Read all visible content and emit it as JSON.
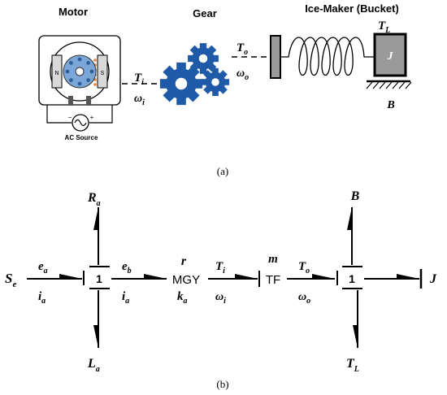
{
  "panel_a": {
    "labels": {
      "motor": "Motor",
      "gear": "Gear",
      "ice_maker": "Ice-Maker (Bucket)",
      "ac_source": "AC Source",
      "motor_n": "N",
      "motor_s": "S",
      "minus": "−",
      "plus": "+"
    },
    "symbols": {
      "T_i": {
        "base": "T",
        "sub": "i"
      },
      "omega_i": {
        "base": "ω",
        "sub": "i"
      },
      "T_o": {
        "base": "T",
        "sub": "o"
      },
      "omega_o": {
        "base": "ω",
        "sub": "o"
      },
      "T_L": {
        "base": "T",
        "sub": "L"
      },
      "J": "J",
      "B": "B"
    },
    "caption": "(a)"
  },
  "panel_b": {
    "source": {
      "base": "S",
      "sub": "e"
    },
    "junction_1_label": "1",
    "junction_2_label": "1",
    "e_a": {
      "base": "e",
      "sub": "a"
    },
    "i_a": {
      "base": "i",
      "sub": "a"
    },
    "R_a": {
      "base": "R",
      "sub": "a"
    },
    "L_a": {
      "base": "L",
      "sub": "a"
    },
    "e_b": {
      "base": "e",
      "sub": "b"
    },
    "i_a_2": {
      "base": "i",
      "sub": "a"
    },
    "mgy": "MGY",
    "r": "r",
    "k_a": {
      "base": "k",
      "sub": "a"
    },
    "T_i": {
      "base": "T",
      "sub": "i"
    },
    "omega_i": {
      "base": "ω",
      "sub": "i"
    },
    "tf": "TF",
    "m": "m",
    "T_o": {
      "base": "T",
      "sub": "o"
    },
    "omega_o": {
      "base": "ω",
      "sub": "o"
    },
    "B": "B",
    "T_L": {
      "base": "T",
      "sub": "L"
    },
    "J": "J",
    "caption": "(b)"
  },
  "colors": {
    "gear_blue": "#1f5aa8",
    "rotor_blue": "#7aa7d8",
    "magnet_orange": "#e8823a",
    "block_grey": "#9a9a9a",
    "line": "#000000"
  }
}
